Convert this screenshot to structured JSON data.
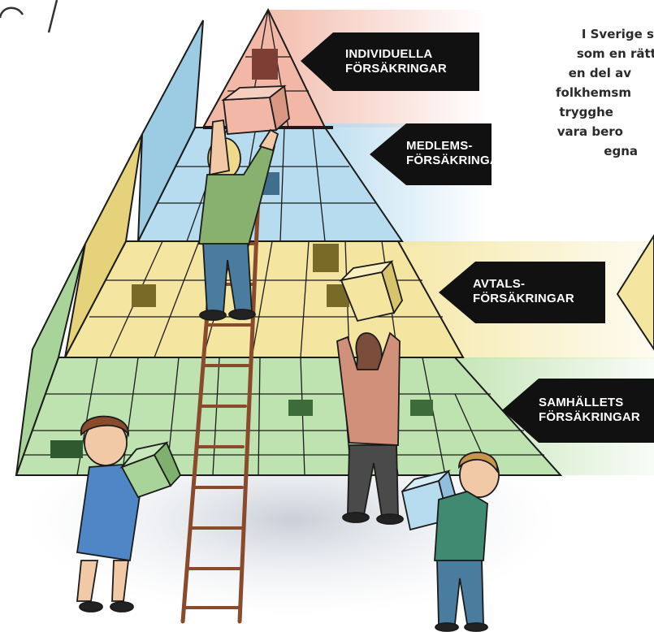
{
  "tiers": [
    {
      "line1": "INDIVIDUELLA",
      "line2": "FÖRSÄKRINGAR",
      "color": "#f2b7a6"
    },
    {
      "line1": "MEDLEMS-",
      "line2": "FÖRSÄKRINGAR",
      "color": "#b8dcef"
    },
    {
      "line1": "AVTALS-",
      "line2": "FÖRSÄKRINGAR",
      "color": "#f4e6a0"
    },
    {
      "line1": "SAMHÄLLETS",
      "line2": "FÖRSÄKRINGAR",
      "color": "#bfe3b0"
    }
  ],
  "side_text": {
    "line1": "I Sverige s",
    "line2": "som en rätti",
    "line3": "en del av",
    "line4": "folkhemsm",
    "line5": "trygghe",
    "line6": "vara bero",
    "line7": "egna"
  },
  "colors": {
    "arrow": "#111111",
    "ladder": "#8a4a2c",
    "ground": "#d9dde4"
  }
}
